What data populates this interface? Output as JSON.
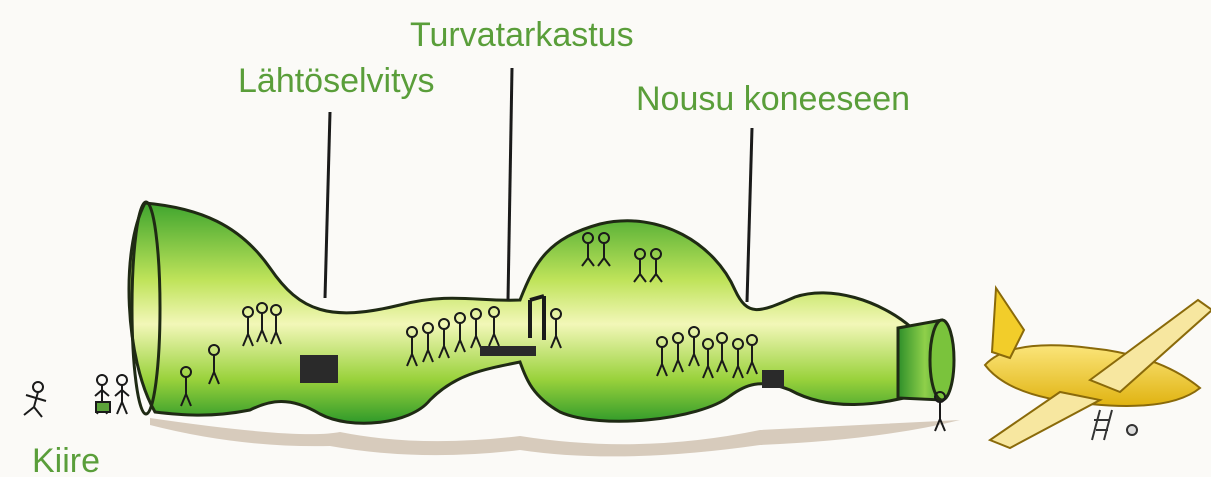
{
  "labels": {
    "checkin": "Lähtöselvitys",
    "security": "Turvatarkastus",
    "boarding": "Nousu koneeseen",
    "rush": "Kiire"
  },
  "colors": {
    "label": "#5a9e3a",
    "bottle_light": "#e6f27a",
    "bottle_mid": "#9cd23c",
    "bottle_dark": "#2f9a2a",
    "outline": "#1f2a14",
    "plane": "#f2cd2a",
    "shadow": "#b9a48c"
  }
}
